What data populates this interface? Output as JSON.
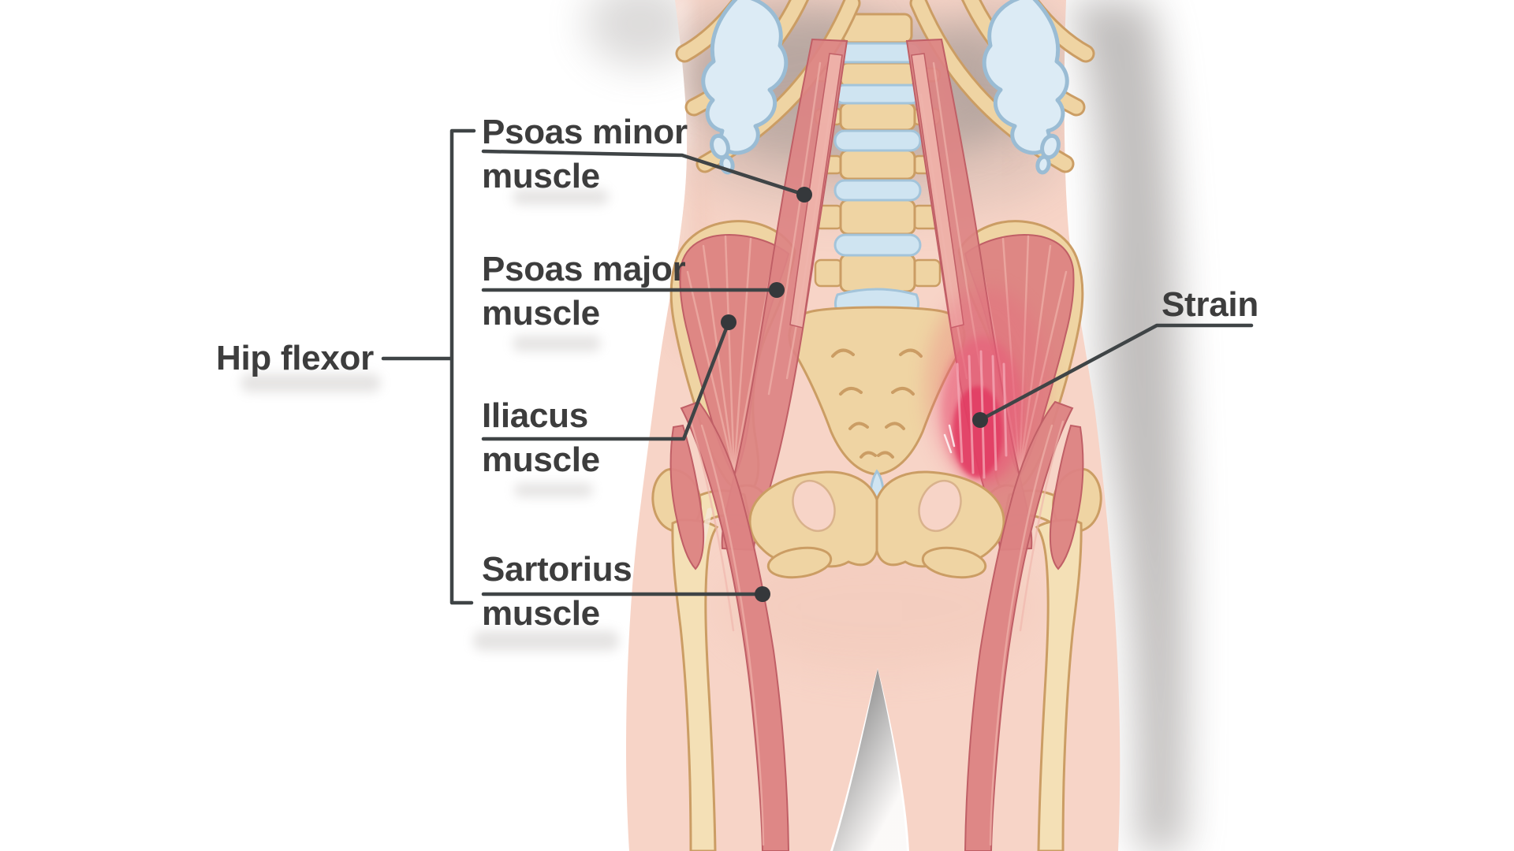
{
  "figure": {
    "type": "anatomy-diagram",
    "subject": "Hip flexor muscles, anterior view of pelvis and thighs, with muscle strain highlight"
  },
  "labels": {
    "hip_flexor": "Hip flexor",
    "psoas_minor": [
      "Psoas minor",
      "muscle"
    ],
    "psoas_major": [
      "Psoas major",
      "muscle"
    ],
    "iliacus": [
      "Iliacus",
      "muscle"
    ],
    "sartorius": [
      "Sartorius",
      "muscle"
    ],
    "strain": "Strain"
  },
  "colors": {
    "background": "#ffffff",
    "text": "#3d3d3d",
    "leader_line": "#3f4446",
    "skin": "#f7d4c7",
    "skin_shade": "#edbfae",
    "bone": "#efd4a3",
    "bone_light": "#f4e0b6",
    "bone_outline": "#cb9d64",
    "cartilage": "#dcebf5",
    "cartilage_outline": "#9abcd4",
    "disc": "#cfe4f1",
    "disc_outline": "#a3c4da",
    "muscle": "#dc8383",
    "muscle_dark": "#c05f66",
    "muscle_light": "#f0b5ac",
    "strain": "#e85a78",
    "strain_deep": "#e23a62",
    "strain_light": "#f6abb8",
    "shadow": "#8f8a88",
    "smudge": "#a39e9b"
  }
}
